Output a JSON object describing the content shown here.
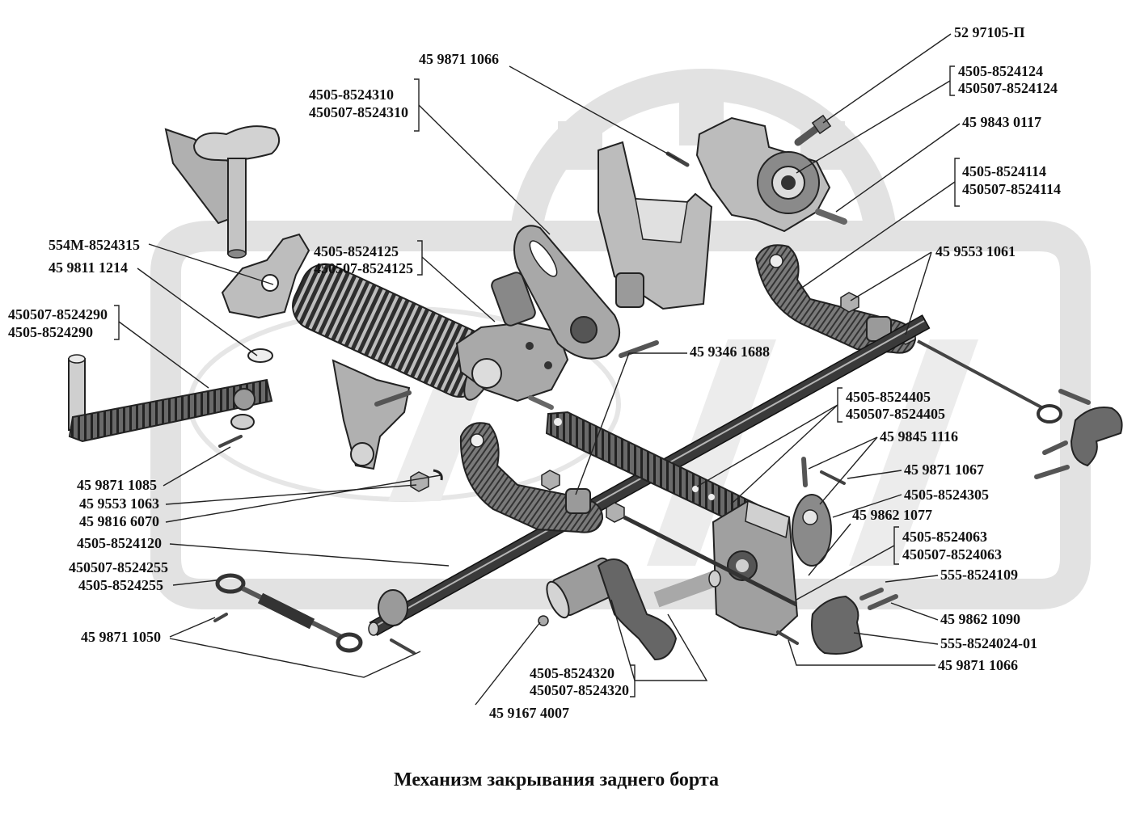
{
  "caption": "Механизм закрывания заднего борта",
  "part_numbers": [
    "52 97105-П",
    "4505-8524124",
    "450507-8524124",
    "45 9843 0117",
    "4505-8524114",
    "450507-8524114",
    "45 9553 1061",
    "45 9871 1066",
    "4505-8524310",
    "450507-8524310",
    "554М-8524315",
    "45 9811 1214",
    "4505-8524125",
    "450507-8524125",
    "450507-8524290",
    "4505-8524290",
    "45 9346 1688",
    "4505-8524405",
    "450507-8524405",
    "45 9845 1116",
    "45 9871 1067",
    "4505-8524305",
    "45 9862 1077",
    "4505-8524063",
    "450507-8524063",
    "555-8524109",
    "45 9862 1090",
    "555-8524024-01",
    "45 9871 1066",
    "45 9871 1085",
    "45 9553 1063",
    "45 9816 6070",
    "4505-8524120",
    "450507-8524255",
    "4505-8524255",
    "45 9871 1050",
    "4505-8524320",
    "450507-8524320",
    "45 9167 4007"
  ]
}
